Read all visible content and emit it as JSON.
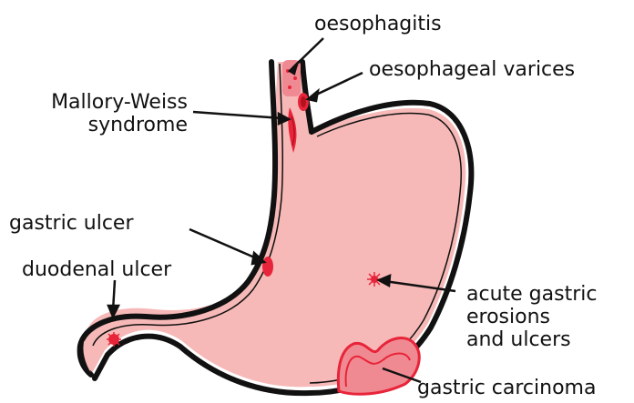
{
  "labels": {
    "oesophagitis": "oesophagitis",
    "oesophageal_varices": "oesophageal varices",
    "mallory_weiss": [
      "Mallory-Weiss",
      "syndrome"
    ],
    "gastric_ulcer": "gastric ulcer",
    "duodenal_ulcer": "duodenal ulcer",
    "acute_gastric": [
      "acute gastric",
      "erosions",
      "and ulcers"
    ],
    "gastric_carcinoma": "gastric carcinoma"
  },
  "colors": {
    "stomach_fill": "#f6b9b7",
    "outline": "#111111",
    "lesion": "#e8243a",
    "lesion_dark": "#b3121f"
  }
}
